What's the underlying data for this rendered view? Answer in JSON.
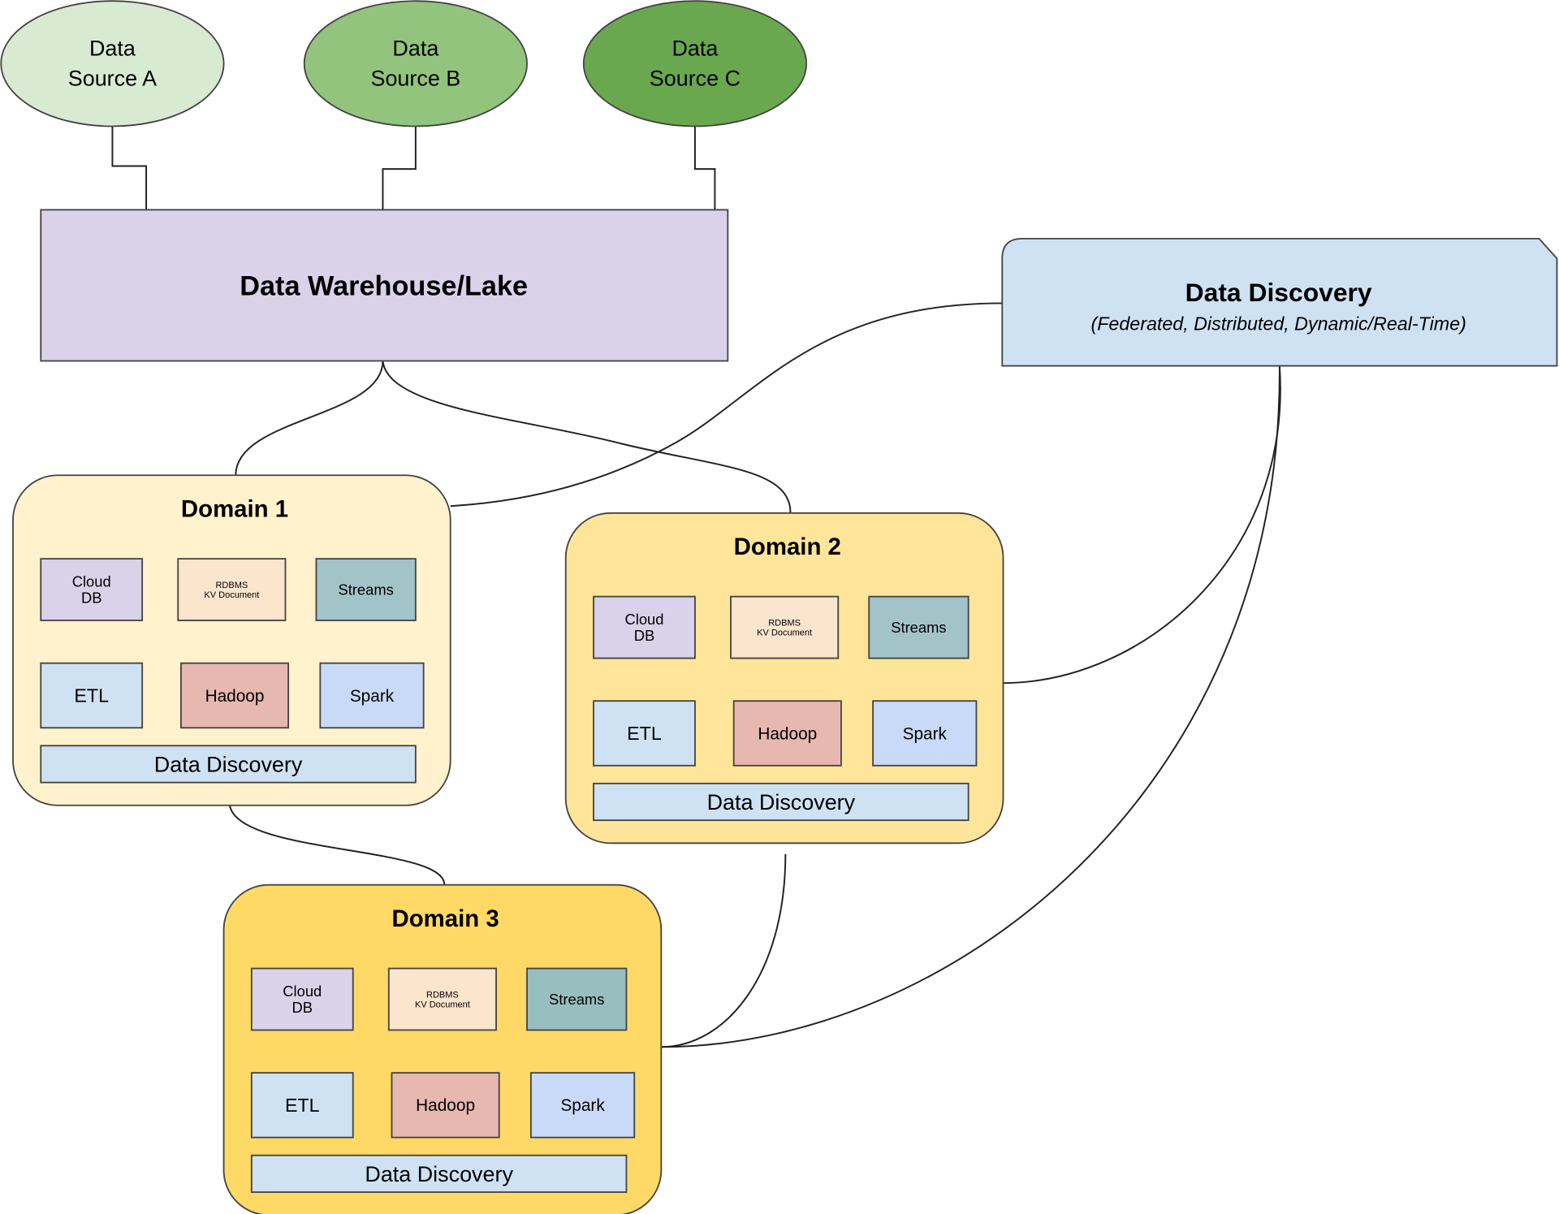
{
  "sources": [
    {
      "line1": "Data",
      "line2": "Source A",
      "color": "#d9ead3"
    },
    {
      "line1": "Data",
      "line2": "Source B",
      "color": "#93c47d"
    },
    {
      "line1": "Data",
      "line2": "Source C",
      "color": "#6aa84f"
    }
  ],
  "warehouse": {
    "label": "Data Warehouse/Lake",
    "color": "#d9d2e9"
  },
  "discovery": {
    "title": "Data Discovery",
    "subtitle": "(Federated, Distributed, Dynamic/Real-Time)",
    "color": "#cfe2f3"
  },
  "domains": [
    {
      "title": "Domain 1",
      "color": "#fff2cc",
      "streams_color": "#a2c4c9"
    },
    {
      "title": "Domain 2",
      "color": "#ffe599",
      "streams_color": "#a2c4c9"
    },
    {
      "title": "Domain 3",
      "color": "#ffd966",
      "streams_color": "#98bfbf"
    }
  ],
  "tiles": {
    "cloud_db": {
      "line1": "Cloud",
      "line2": "DB",
      "color": "#d9d2e9"
    },
    "rdbms": {
      "line1": "RDBMS",
      "line2": "KV Document",
      "color": "#fce5cd"
    },
    "streams": {
      "label": "Streams"
    },
    "etl": {
      "label": "ETL",
      "color": "#cfe2f3"
    },
    "hadoop": {
      "label": "Hadoop",
      "color": "#e6b8af"
    },
    "spark": {
      "label": "Spark",
      "color": "#c9daf8"
    },
    "discovery_bar": {
      "label": "Data Discovery",
      "color": "#cfe2f3"
    }
  }
}
